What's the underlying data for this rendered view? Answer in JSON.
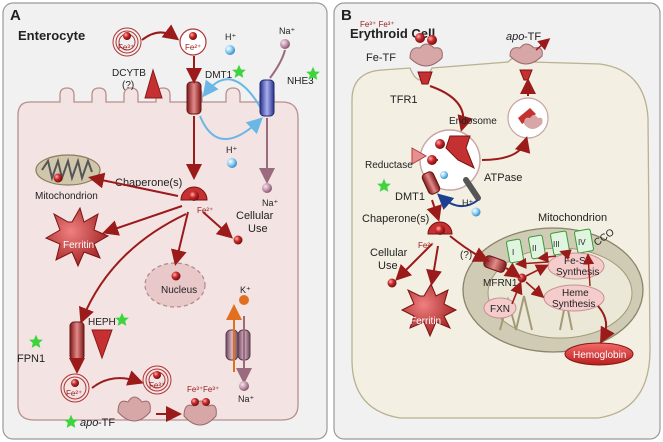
{
  "panel_a": {
    "letter": "A",
    "title": "Enterocyte",
    "labels": {
      "fe3_outside": "Fe³⁺",
      "fe2_outside": "Fe²⁺",
      "dcytb": "DCYTB",
      "dcytb_q": "(?)",
      "dmt1": "DMT1",
      "h_top": "H⁺",
      "na_top": "Na⁺",
      "nhe3": "NHE3",
      "h_in": "H⁺",
      "na_in": "Na⁺",
      "chaperones": "Chaperone(s)",
      "fe2_center": "Fe²⁺",
      "mitochondrion": "Mitochondrion",
      "cellular": "Cellular",
      "use": "Use",
      "ferritin": "Ferritin",
      "nucleus": "Nucleus",
      "k": "K⁺",
      "na_bottom": "Na⁺",
      "heph": "HEPH",
      "fpn1": "FPN1",
      "fe2_bottom": "Fe²⁺",
      "fe3_bottom": "Fe³⁺",
      "apo_tf": "apo",
      "apo_tf_suffix": "-TF",
      "fe3a": "Fe³⁺",
      "fe3b": "Fe³⁺"
    }
  },
  "panel_b": {
    "letter": "B",
    "title": "Erythroid Cell",
    "labels": {
      "fe3_pair": "Fe³⁺ Fe³⁺",
      "fe_tf": "Fe-TF",
      "apo_tf": "apo",
      "apo_tf_suffix": "-TF",
      "tfr1": "TFR1",
      "endosome": "Endosome",
      "reductase": "Reductase",
      "dmt1": "DMT1",
      "atpase": "ATPase",
      "h": "H⁺",
      "mitochondrion": "Mitochondrion",
      "chaperones": "Chaperone(s)",
      "fe2": "Fe²⁺",
      "cellular": "Cellular",
      "use": "Use",
      "q": "(?)",
      "mfrn1": "MFRN1",
      "complex_i": "I",
      "complex_ii": "II",
      "complex_iii": "III",
      "complex_iv": "IV",
      "cco": "CCO",
      "fes": "Fe-S",
      "synthesis1": "Synthesis",
      "heme": "Heme",
      "synthesis2": "Synthesis",
      "fxn": "FXN",
      "ferritin": "Ferritin",
      "hemoglobin": "Hemoglobin"
    }
  },
  "colors": {
    "iron_red": "#9b1a1a",
    "cell_fill": "#f3e3e3",
    "erythroid_fill": "#f3efe2",
    "mito_fill": "#cfcbb4",
    "proton_blue": "#6ab7e6",
    "transporter_blue": "#4a55b5",
    "star_green": "#3ed43e"
  }
}
